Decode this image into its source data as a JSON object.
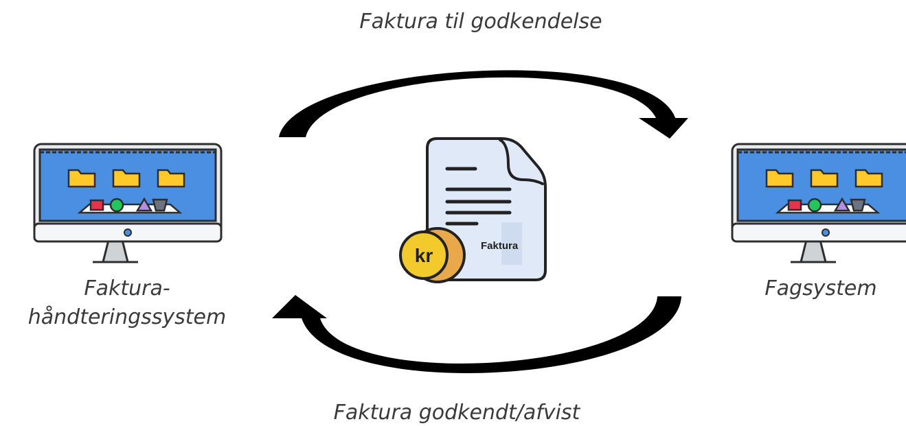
{
  "top_flow_label": "Faktura til godkendelse",
  "bottom_flow_label": "Faktura godkendt/afvist",
  "left_system": {
    "line1": "Faktura-",
    "line2": "håndteringssystem",
    "icon": "computer-monitor-icon"
  },
  "right_system": {
    "label": "Fagsystem",
    "icon": "computer-monitor-icon"
  },
  "invoice": {
    "word": "Faktura",
    "currency": "kr",
    "icon": "invoice-document-icon"
  },
  "colors": {
    "arrow": "#000000",
    "screen": "#4a8fe2",
    "folder": "#ffc929",
    "document": "#dfe9f7",
    "coin": "#f3ca2c",
    "coin_back": "#e9a84a"
  }
}
